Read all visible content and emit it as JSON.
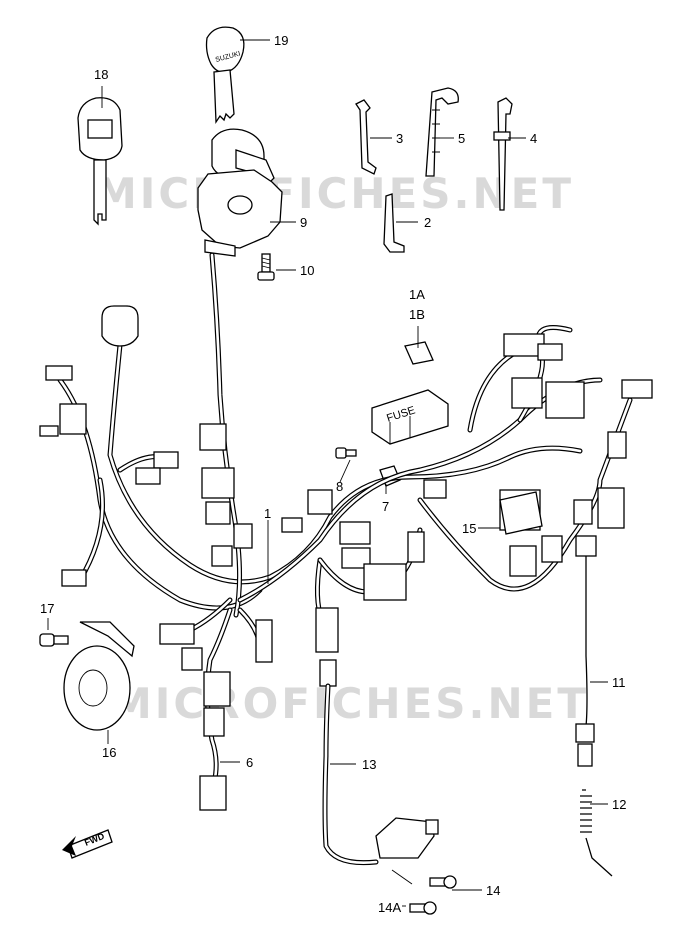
{
  "watermark": "MICROFICHES.NET",
  "direction_label": "FWD",
  "parts": [
    {
      "id": "19",
      "label": "19"
    },
    {
      "id": "18",
      "label": "18"
    },
    {
      "id": "9",
      "label": "9"
    },
    {
      "id": "10",
      "label": "10"
    },
    {
      "id": "3",
      "label": "3"
    },
    {
      "id": "5",
      "label": "5"
    },
    {
      "id": "4",
      "label": "4"
    },
    {
      "id": "2",
      "label": "2"
    },
    {
      "id": "1A",
      "label": "1A"
    },
    {
      "id": "1B",
      "label": "1B"
    },
    {
      "id": "8",
      "label": "8"
    },
    {
      "id": "7",
      "label": "7"
    },
    {
      "id": "1",
      "label": "1"
    },
    {
      "id": "15",
      "label": "15"
    },
    {
      "id": "17",
      "label": "17"
    },
    {
      "id": "16",
      "label": "16"
    },
    {
      "id": "6",
      "label": "6"
    },
    {
      "id": "13",
      "label": "13"
    },
    {
      "id": "11",
      "label": "11"
    },
    {
      "id": "12",
      "label": "12"
    },
    {
      "id": "14",
      "label": "14"
    },
    {
      "id": "14A",
      "label": "14A"
    }
  ],
  "fuse_box_text": "FUSE",
  "key_brand_text": "SUZUKI"
}
